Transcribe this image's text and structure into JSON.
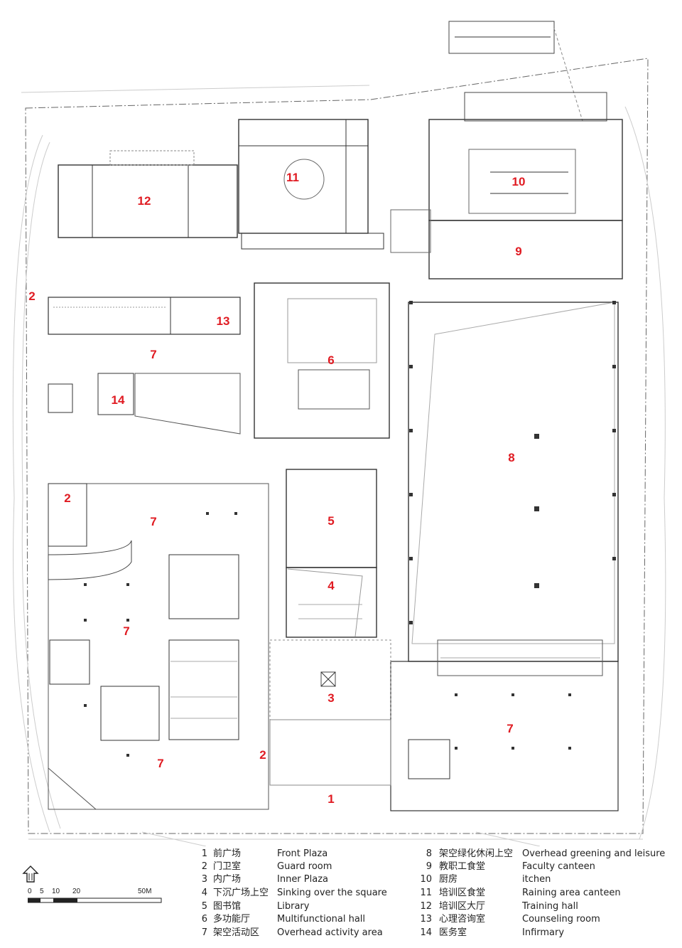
{
  "plan": {
    "labels": [
      {
        "id": "1",
        "text": "1"
      },
      {
        "id": "2a",
        "text": "2"
      },
      {
        "id": "2b",
        "text": "2"
      },
      {
        "id": "2c",
        "text": "2"
      },
      {
        "id": "3",
        "text": "3"
      },
      {
        "id": "4",
        "text": "4"
      },
      {
        "id": "5",
        "text": "5"
      },
      {
        "id": "6",
        "text": "6"
      },
      {
        "id": "7a",
        "text": "7"
      },
      {
        "id": "7b",
        "text": "7"
      },
      {
        "id": "7c",
        "text": "7"
      },
      {
        "id": "7d",
        "text": "7"
      },
      {
        "id": "7e",
        "text": "7"
      },
      {
        "id": "8",
        "text": "8"
      },
      {
        "id": "9",
        "text": "9"
      },
      {
        "id": "10",
        "text": "10"
      },
      {
        "id": "11",
        "text": "11"
      },
      {
        "id": "12",
        "text": "12"
      },
      {
        "id": "13",
        "text": "13"
      },
      {
        "id": "14",
        "text": "14"
      }
    ],
    "label_color": "#e01b22",
    "line_color": "#333333"
  },
  "legend": {
    "left": [
      {
        "num": "1",
        "zh": "前广场",
        "en": "Front Plaza"
      },
      {
        "num": "2",
        "zh": "门卫室",
        "en": "Guard room"
      },
      {
        "num": "3",
        "zh": "内广场",
        "en": "Inner Plaza"
      },
      {
        "num": "4",
        "zh": "下沉广场上空",
        "en": "Sinking over the square"
      },
      {
        "num": "5",
        "zh": "图书馆",
        "en": "Library"
      },
      {
        "num": "6",
        "zh": "多功能厅",
        "en": "Multifunctional hall"
      },
      {
        "num": "7",
        "zh": "架空活动区",
        "en": "Overhead activity area"
      }
    ],
    "right": [
      {
        "num": "8",
        "zh": "架空绿化休闲上空",
        "en": "Overhead greening and leisure"
      },
      {
        "num": "9",
        "zh": "教职工食堂",
        "en": "Faculty canteen"
      },
      {
        "num": "10",
        "zh": "厨房",
        "en": " itchen"
      },
      {
        "num": "11",
        "zh": "培训区食堂",
        "en": "Raining area canteen"
      },
      {
        "num": "12",
        "zh": "培训区大厅",
        "en": "Training hall"
      },
      {
        "num": "13",
        "zh": "心理咨询室",
        "en": "Counseling room"
      },
      {
        "num": "14",
        "zh": "医务室",
        "en": "Infirmary"
      }
    ]
  },
  "scale": {
    "ticks": [
      "0",
      "5",
      "10",
      "20",
      "50M"
    ],
    "north_icon": "north-arrow-icon"
  }
}
